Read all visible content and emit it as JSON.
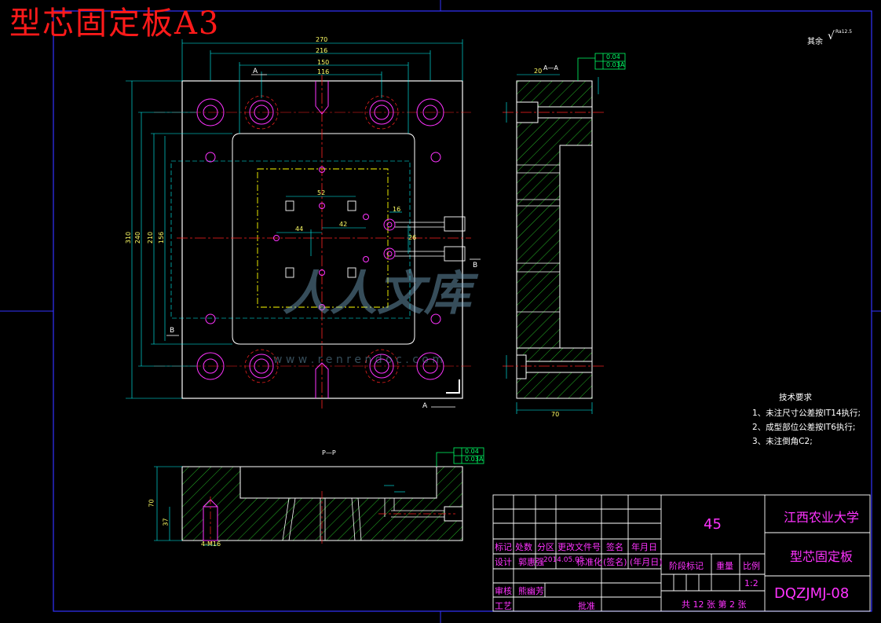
{
  "drawing_title": "型芯固定板A3",
  "roughness_note": "其余",
  "roughness_value": "Ra12.5",
  "section_labels": {
    "aa": "A—A",
    "pp": "P—P",
    "a_top": "A",
    "a_bottom": "A",
    "b_left": "B",
    "b_right": "B"
  },
  "dimensions": {
    "d270": "270",
    "d216": "216",
    "d150": "150",
    "d116": "116",
    "d310": "310",
    "d240": "240",
    "d210": "210",
    "d156": "156",
    "d52": "52",
    "d44": "44",
    "d42": "42",
    "d16": "16",
    "d20_side": "20",
    "d26": "26",
    "d70_side": "70",
    "d70_bottom": "70",
    "d37": "37",
    "m16": "4-M16"
  },
  "tolerance": {
    "flatness": "0.04",
    "parallel": "0.03",
    "datum": "A"
  },
  "tech_requirements": {
    "heading": "技术要求",
    "items": [
      "1、未注尺寸公差按IT14执行;",
      "2、成型部位公差按IT6执行;",
      "3、未注倒角C2;"
    ]
  },
  "title_block": {
    "material": "45",
    "school": "江西农业大学",
    "part_name": "型芯固定板",
    "drawing_no": "DQZJMJ-08",
    "header_row": [
      "标记",
      "处数",
      "分区",
      "更改文件号",
      "签名",
      "年月日"
    ],
    "design_label": "设计",
    "designer": "郭惠强",
    "date": "2014.05.05",
    "standardize_label": "标准化",
    "sign_placeholder": "(签名)",
    "date_placeholder": "(年月日)",
    "stage_label": "阶段标记",
    "weight_label": "重量",
    "scale_label": "比例",
    "scale": "1:2",
    "review_label": "审核",
    "reviewer": "熊幽芳",
    "process_label": "工艺",
    "approve_label": "批准",
    "sheets": "共 12 张 第 2 张"
  },
  "watermark": {
    "text": "人人文库",
    "url": "w w w . r e n r e n d o c . c o m"
  },
  "colors": {
    "outline": "#ffffff",
    "dimension": "#00ffff",
    "hidden": "#ffff00",
    "center": "#ff2222",
    "hole": "#ff33ff",
    "hatch": "#33ff33",
    "frame": "#3333ff"
  }
}
